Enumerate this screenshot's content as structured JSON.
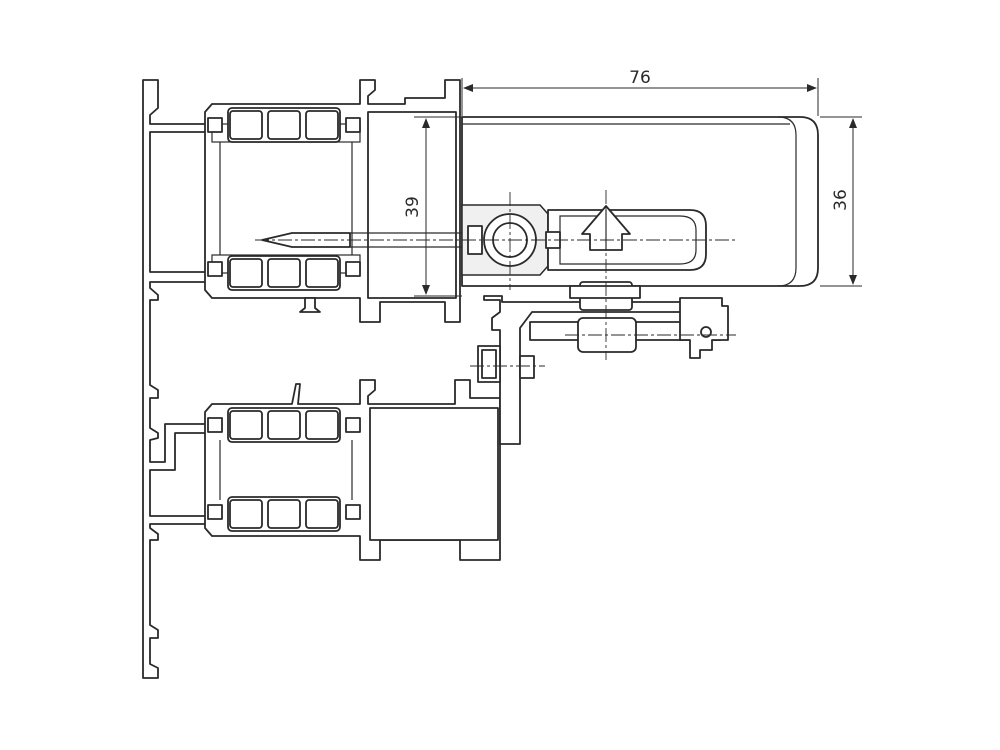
{
  "dimensions": {
    "top_width": "76",
    "left_height": "39",
    "right_height": "36"
  },
  "colors": {
    "line": "#2a2a2a",
    "background": "#ffffff",
    "hardware_fill": "#f0f0f0"
  }
}
